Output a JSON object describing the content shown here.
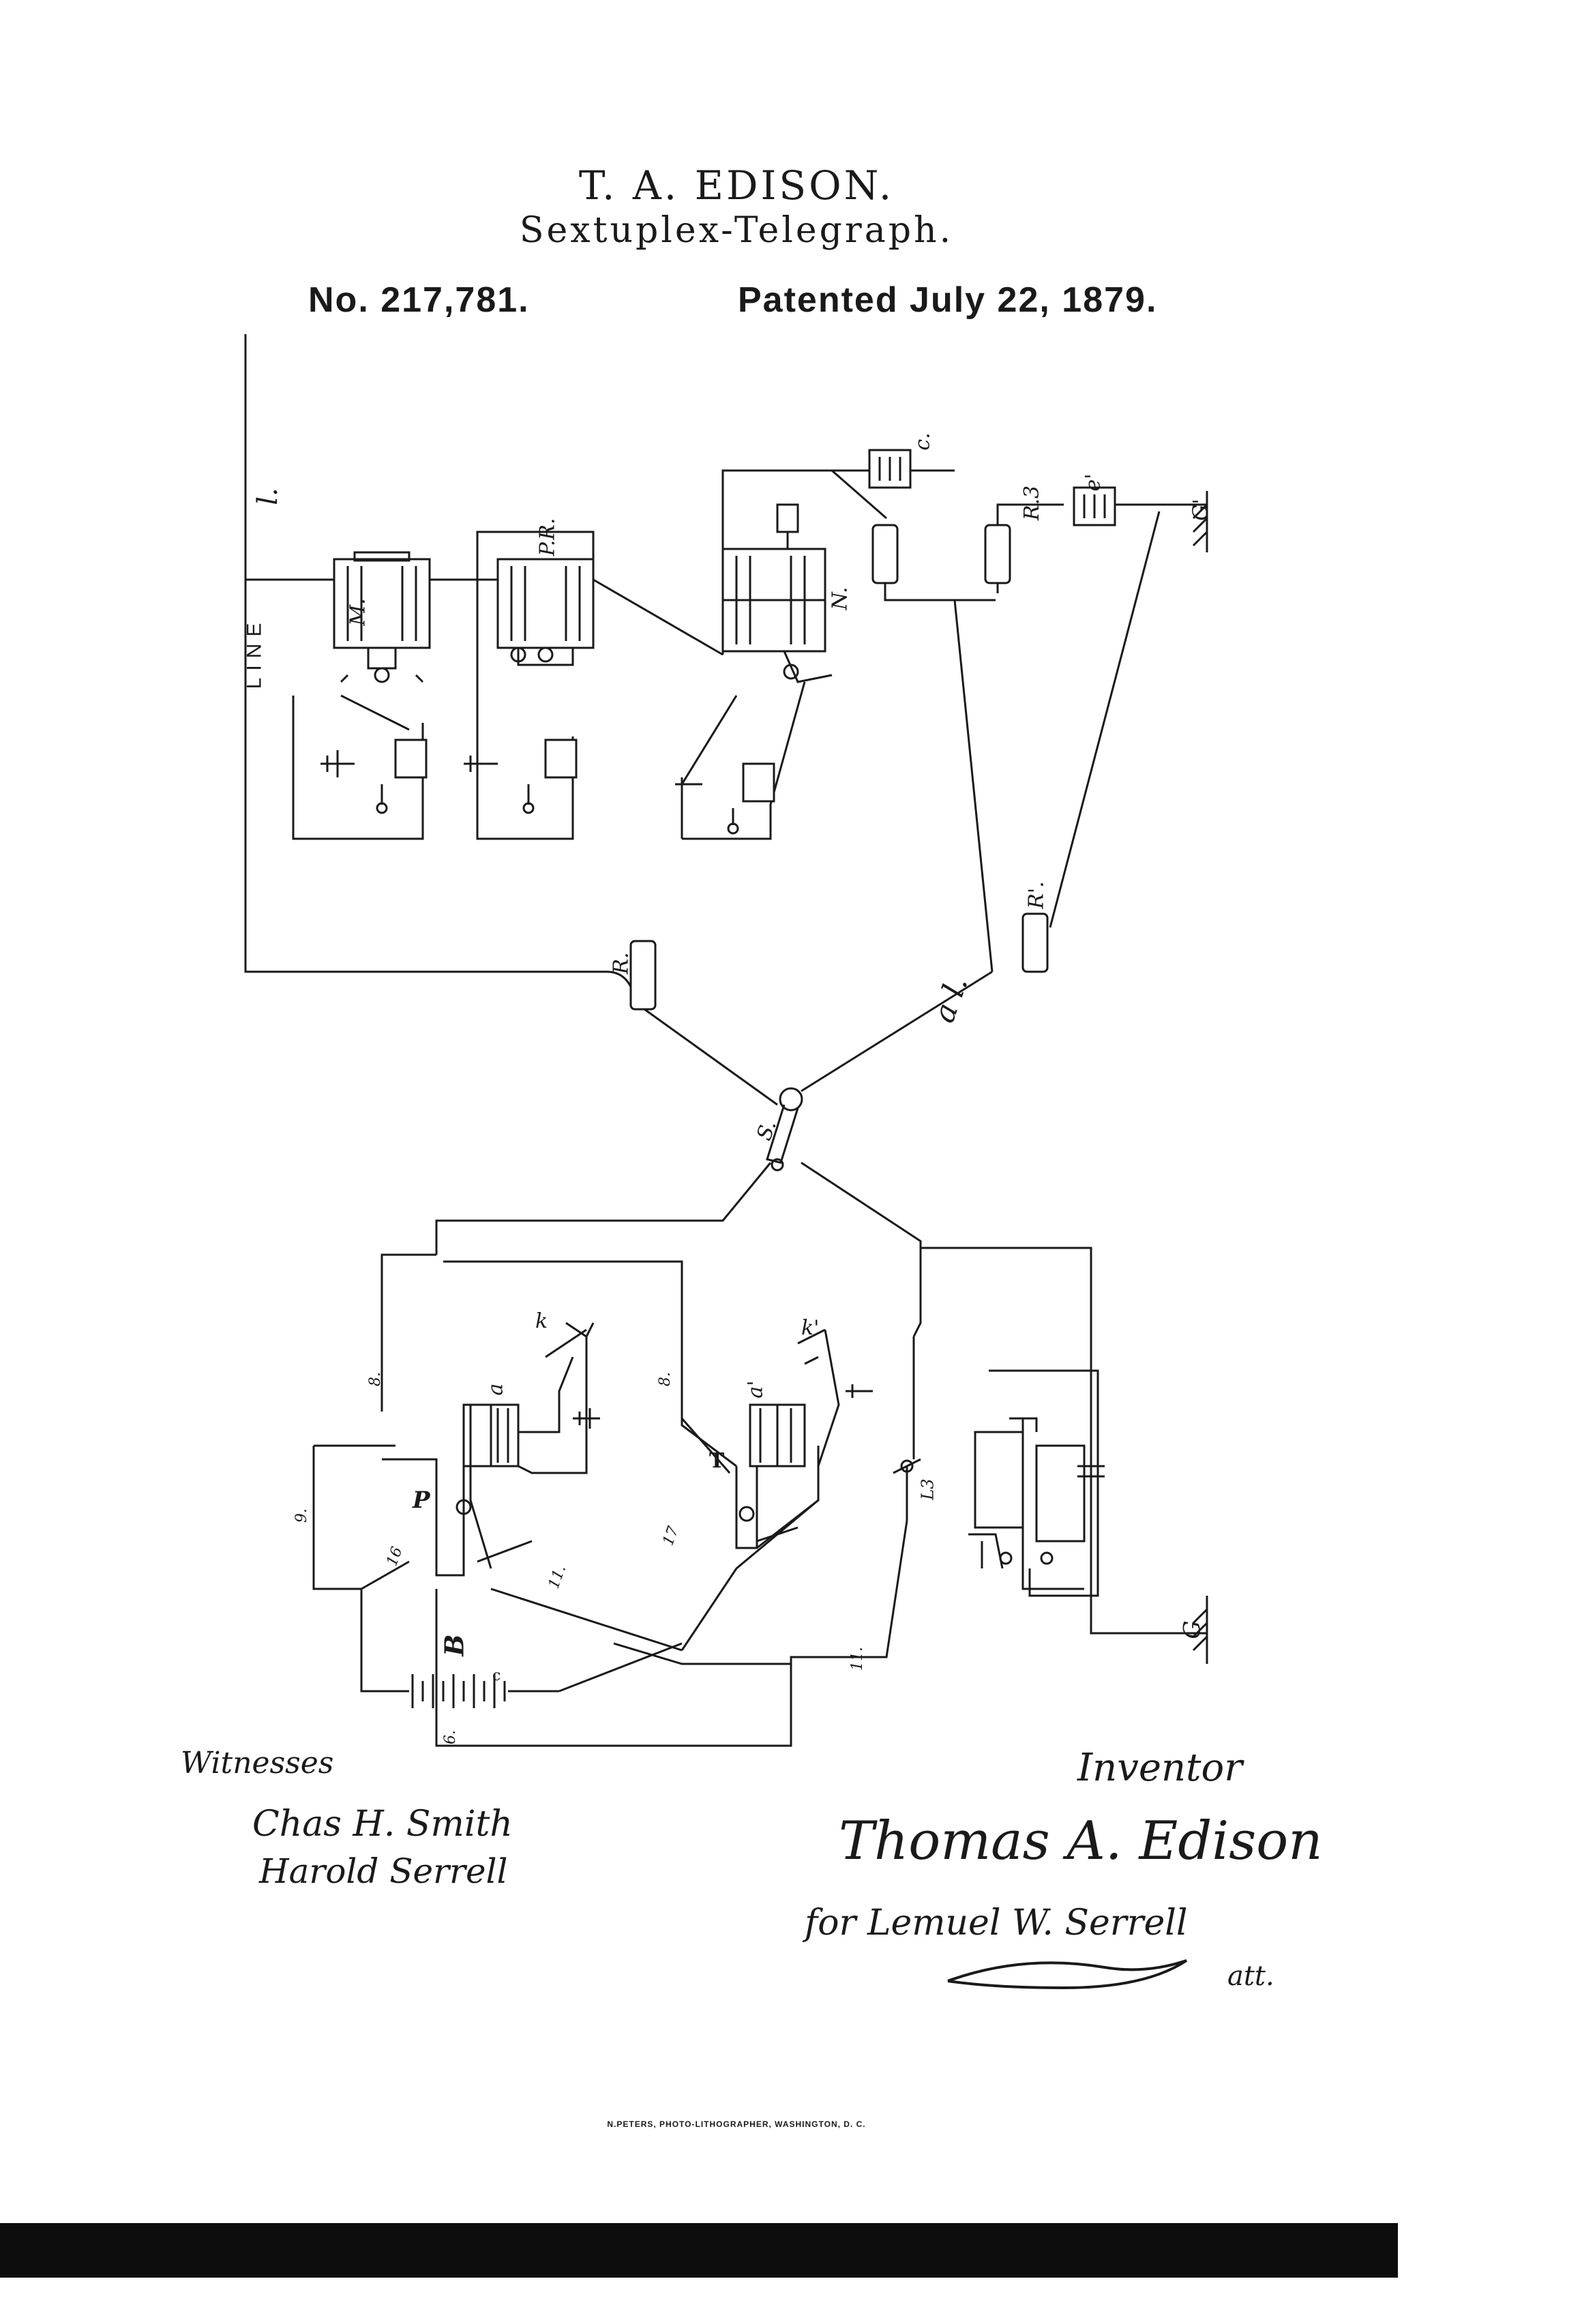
{
  "header": {
    "inventor_name": "T. A. EDISON.",
    "invention_title": "Sextuplex-Telegraph.",
    "patent_number": "No. 217,781.",
    "patent_date": "Patented July 22, 1879."
  },
  "labels": {
    "line": "LINE",
    "l": "l.",
    "M": "M.",
    "PR": "P.R.",
    "N": "N.",
    "c": "c.",
    "R3": "R.3",
    "e1": "e'",
    "G1": "G'",
    "R1": "R'.",
    "R": "R.",
    "al": "a l.",
    "S": "S.",
    "k": "k",
    "k1": "k'",
    "a": "a",
    "a1": "a'",
    "T": "T",
    "P": "P",
    "L3": "L3",
    "B": "B",
    "G": "G",
    "w8a": "8.",
    "w8b": "8.",
    "w9": "9.",
    "w11a": "11.",
    "w11b": "11.",
    "w16": "16",
    "w17": "17",
    "w6": "6.",
    "c_batt": "c"
  },
  "signatures": {
    "witnesses_heading": "Witnesses",
    "witness_1": "Chas H. Smith",
    "witness_2": "Harold Serrell",
    "inventor_heading": "Inventor",
    "inventor_signature": "Thomas A. Edison",
    "attorney_line": "for Lemuel W. Serrell",
    "attorney_suffix": "att."
  },
  "footer": {
    "credit": "N.PETERS, PHOTO-LITHOGRAPHER, WASHINGTON, D. C."
  }
}
